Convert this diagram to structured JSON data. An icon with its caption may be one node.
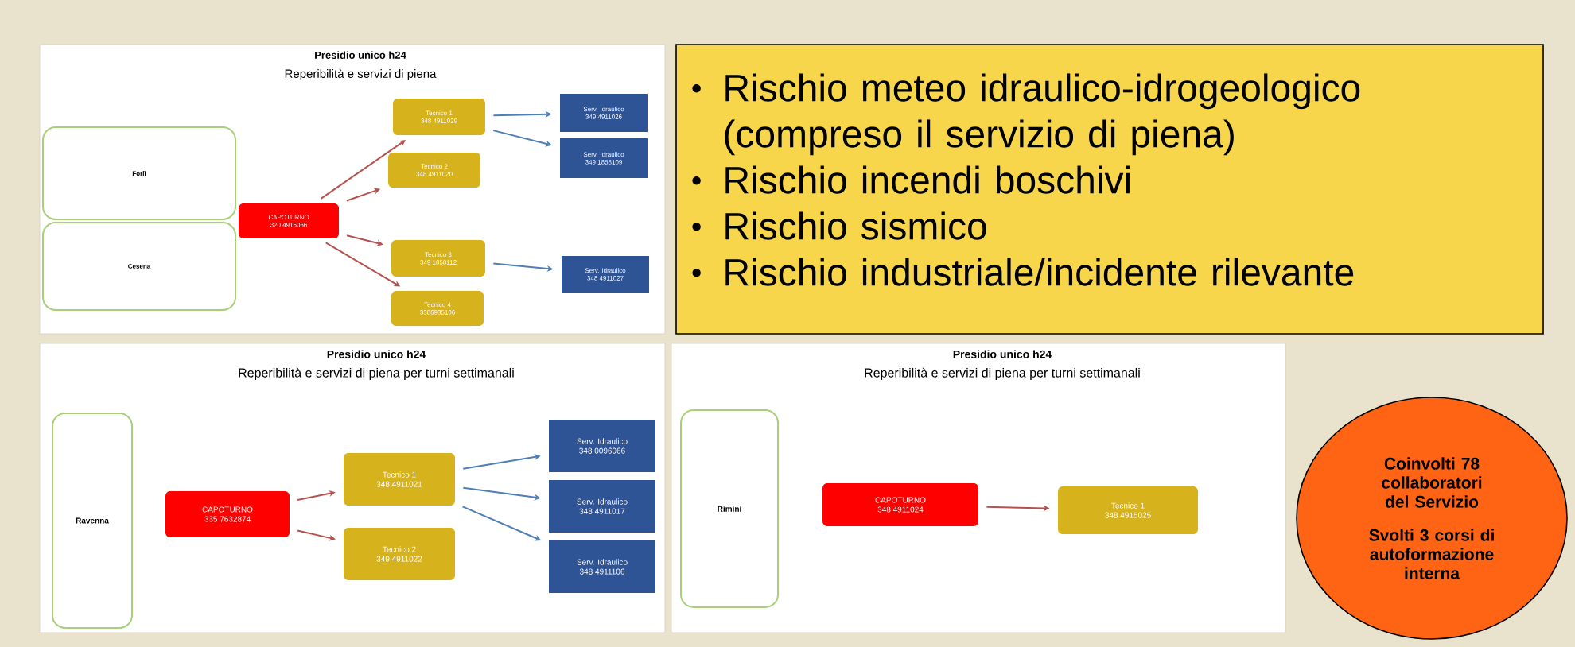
{
  "diagram": {
    "nodes": [
      {
        "text": [
          "Presidio unico h24",
          "Reperibilità e servizi di piena"
        ]
      },
      {
        "text": [
          "Forlì"
        ],
        "in": 0
      },
      {
        "text": [
          "Cesena"
        ],
        "in": 0
      },
      {
        "text": [
          "CAPOTURNO",
          "320 4915066"
        ],
        "in": 0
      },
      {
        "text": [
          "Tecnico 1",
          "348 4911029"
        ],
        "in": 0
      },
      {
        "text": [
          "Tecnico 2",
          "348 4911020"
        ],
        "in": 0
      },
      {
        "text": [
          "Tecnico 3",
          "349 1858112"
        ],
        "in": 0
      },
      {
        "text": [
          "Tecnico 4",
          "3386935106"
        ],
        "in": 0
      },
      {
        "text": [
          "Serv. Idraulico",
          "349 4911026"
        ],
        "in": 0
      },
      {
        "text": [
          "Serv. Idraulico",
          "349 1858109"
        ],
        "in": 0
      },
      {
        "text": [
          "Serv. Idraulico",
          "348 4911027"
        ],
        "in": 0
      },
      {
        "text": [
          "Presidio unico h24",
          "Reperibilità e servizi di piena per turni settimanali"
        ]
      },
      {
        "text": [
          "Ravenna"
        ],
        "in": 11
      },
      {
        "text": [
          "CAPOTURNO",
          "335 7632874"
        ],
        "in": 11
      },
      {
        "text": [
          "Tecnico 1",
          "348 4911021"
        ],
        "in": 11
      },
      {
        "text": [
          "Tecnico 2",
          "349 4911022"
        ],
        "in": 11
      },
      {
        "text": [
          "Serv. Idraulico",
          "348 0096066"
        ],
        "in": 11
      },
      {
        "text": [
          "Serv. Idraulico",
          "348 4911017"
        ],
        "in": 11
      },
      {
        "text": [
          "Serv. Idraulico",
          "348 4911106"
        ],
        "in": 11
      },
      {
        "text": [
          "Presidio unico h24",
          "Reperibilità e servizi di piena per turni settimanali"
        ]
      },
      {
        "text": [
          "Rimini"
        ],
        "in": 19
      },
      {
        "text": [
          "CAPOTURNO",
          "348 4911024"
        ],
        "in": 19
      },
      {
        "text": [
          "Tecnico 1",
          "348 4915025"
        ],
        "in": 19
      },
      {
        "text": [
          "Rischio meteo idraulico-idrogeologico (compreso il servizio di piena)",
          "Rischio incendi boschivi",
          "Rischio sismico",
          "Rischio industriale/incidente rilevante"
        ]
      },
      {
        "text": [
          "Coinvolti 78 collaboratori del Servizio",
          "Svolti 3 corsi di autoformazione interna"
        ]
      }
    ],
    "edges": [
      {
        "from": 3,
        "to": 4,
        "arrow": "to"
      },
      {
        "from": 3,
        "to": 5,
        "arrow": "to"
      },
      {
        "from": 3,
        "to": 6,
        "arrow": "to"
      },
      {
        "from": 3,
        "to": 7,
        "arrow": "to"
      },
      {
        "from": 4,
        "to": 8,
        "arrow": "to",
        "color": "#4f7fb5"
      },
      {
        "from": 4,
        "to": 9,
        "arrow": "to",
        "color": "#4f7fb5"
      },
      {
        "from": 6,
        "to": 10,
        "arrow": "to",
        "color": "#4f7fb5"
      },
      {
        "from": 13,
        "to": 14,
        "arrow": "to"
      },
      {
        "from": 13,
        "to": 15,
        "arrow": "to"
      },
      {
        "from": 14,
        "to": 16,
        "arrow": "to",
        "color": "#4f7fb5"
      },
      {
        "from": 14,
        "to": 17,
        "arrow": "to",
        "color": "#4f7fb5"
      },
      {
        "from": 14,
        "to": 18,
        "arrow": "to",
        "color": "#4f7fb5"
      },
      {
        "from": 21,
        "to": 22,
        "arrow": "to"
      }
    ]
  }
}
